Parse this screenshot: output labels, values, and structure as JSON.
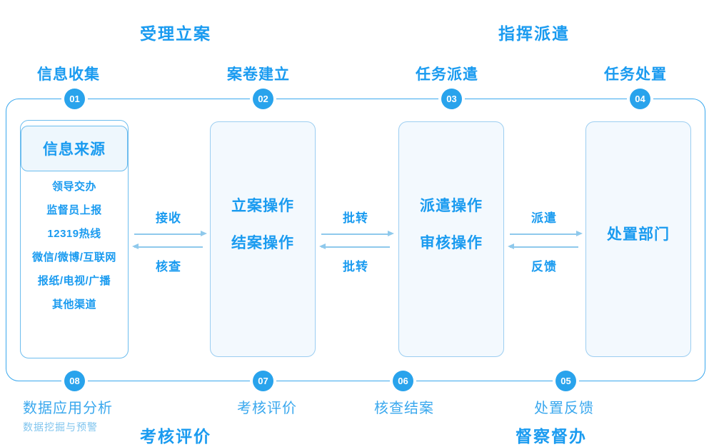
{
  "sections": {
    "top_left": "受理立案",
    "top_right": "指挥派遣",
    "bottom_left": "考核评价",
    "bottom_right": "督察督办"
  },
  "stages": {
    "s01": {
      "number": "01",
      "label": "信息收集"
    },
    "s02": {
      "number": "02",
      "label": "案卷建立"
    },
    "s03": {
      "number": "03",
      "label": "任务派遣"
    },
    "s04": {
      "number": "04",
      "label": "任务处置"
    },
    "s05": {
      "number": "05",
      "label": "处置反馈"
    },
    "s06": {
      "number": "06",
      "label": "核查结案"
    },
    "s07": {
      "number": "07",
      "label": "考核评价"
    },
    "s08": {
      "number": "08",
      "label": "数据应用分析",
      "sublabel": "数据挖掘与预警"
    }
  },
  "cards": {
    "source": {
      "title": "信息来源",
      "items": [
        "领导交办",
        "监督员上报",
        "12319热线",
        "微信/微博/互联网",
        "报纸/电视/广播",
        "其他渠道"
      ]
    },
    "case": {
      "lines": [
        "立案操作",
        "结案操作"
      ]
    },
    "dispatch": {
      "lines": [
        "派遣操作",
        "审核操作"
      ]
    },
    "department": {
      "lines": [
        "处置部门"
      ]
    }
  },
  "connectors": {
    "c1": {
      "top": "接收",
      "bottom": "核查"
    },
    "c2": {
      "top": "批转",
      "bottom": "批转"
    },
    "c3": {
      "top": "派遣",
      "bottom": "反馈"
    }
  },
  "colors": {
    "accent": "#1a9bf0",
    "badge": "#29a3ec",
    "line": "#8fc9ec",
    "card_fill": "#f3f9fe",
    "muted": "#7fc4ee"
  }
}
